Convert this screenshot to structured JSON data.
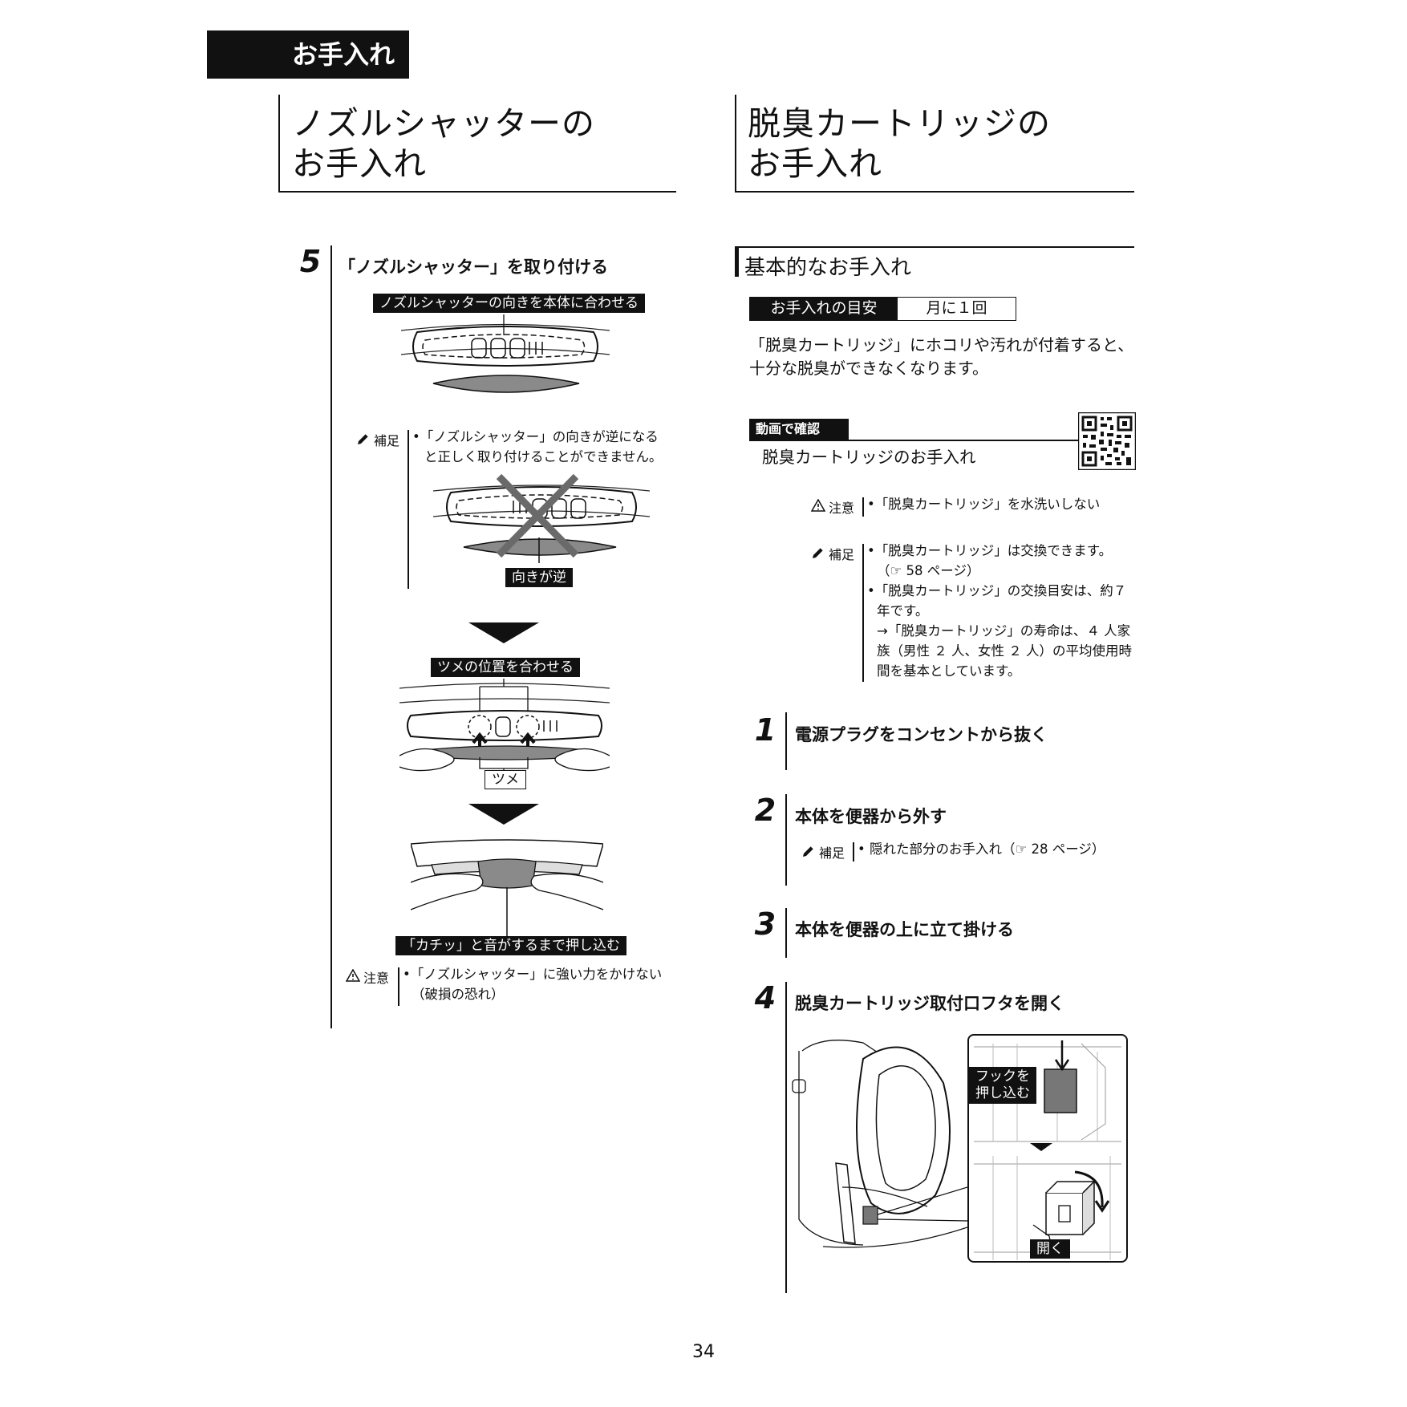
{
  "header": {
    "section": "お手入れ"
  },
  "left": {
    "title_line1": "ノズルシャッターの",
    "title_line2": "お手入れ",
    "step5": {
      "number": "5",
      "title": "「ノズルシャッター」を取り付ける",
      "label_orientation": "ノズルシャッターの向きを本体に合わせる",
      "supplement_label": "補足",
      "supplement_line1": "•「ノズルシャッター」の向きが逆になる",
      "supplement_line2": "と正しく取り付けることができません。",
      "label_reverse": "向きが逆",
      "label_align_tabs": "ツメの位置を合わせる",
      "label_tab": "ツメ",
      "label_push": "「カチッ」と音がするまで押し込む",
      "caution_label": "注意",
      "caution_line1": "•「ノズルシャッター」に強い力をかけない",
      "caution_line2": "（破損の恐れ）"
    }
  },
  "right": {
    "title_line1": "脱臭カートリッジの",
    "title_line2": "お手入れ",
    "subhead": "基本的なお手入れ",
    "guide_label": "お手入れの目安",
    "guide_value": "月に１回",
    "intro_line1": "「脱臭カートリッジ」にホコリや汚れが付着すると、",
    "intro_line2": "十分な脱臭ができなくなります。",
    "video_tag": "動画で確認",
    "video_title": "脱臭カートリッジのお手入れ",
    "caution_label": "注意",
    "caution_text": "•「脱臭カートリッジ」を水洗いしない",
    "supplement_label": "補足",
    "supp_lines": [
      "•「脱臭カートリッジ」は交換できます。",
      "（☞ 58 ページ）",
      "•「脱臭カートリッジ」の交換目安は、約７",
      "年です。",
      "→「脱臭カートリッジ」の寿命は、４ 人家",
      "族（男性 ２ 人、女性 ２ 人）の平均使用時",
      "間を基本としています。"
    ],
    "steps": [
      {
        "number": "1",
        "title": "電源プラグをコンセントから抜く"
      },
      {
        "number": "2",
        "title": "本体を便器から外す"
      },
      {
        "number": "3",
        "title": "本体を便器の上に立て掛ける"
      },
      {
        "number": "4",
        "title": "脱臭カートリッジ取付口フタを開く"
      }
    ],
    "step2_supplement_label": "補足",
    "step2_supplement_text": "• 隠れた部分のお手入れ（☞ 28 ページ）",
    "step4_label_hook_line1": "フックを",
    "step4_label_hook_line2": "押し込む",
    "step4_label_open": "開く"
  },
  "footer": {
    "page_number": "34"
  }
}
